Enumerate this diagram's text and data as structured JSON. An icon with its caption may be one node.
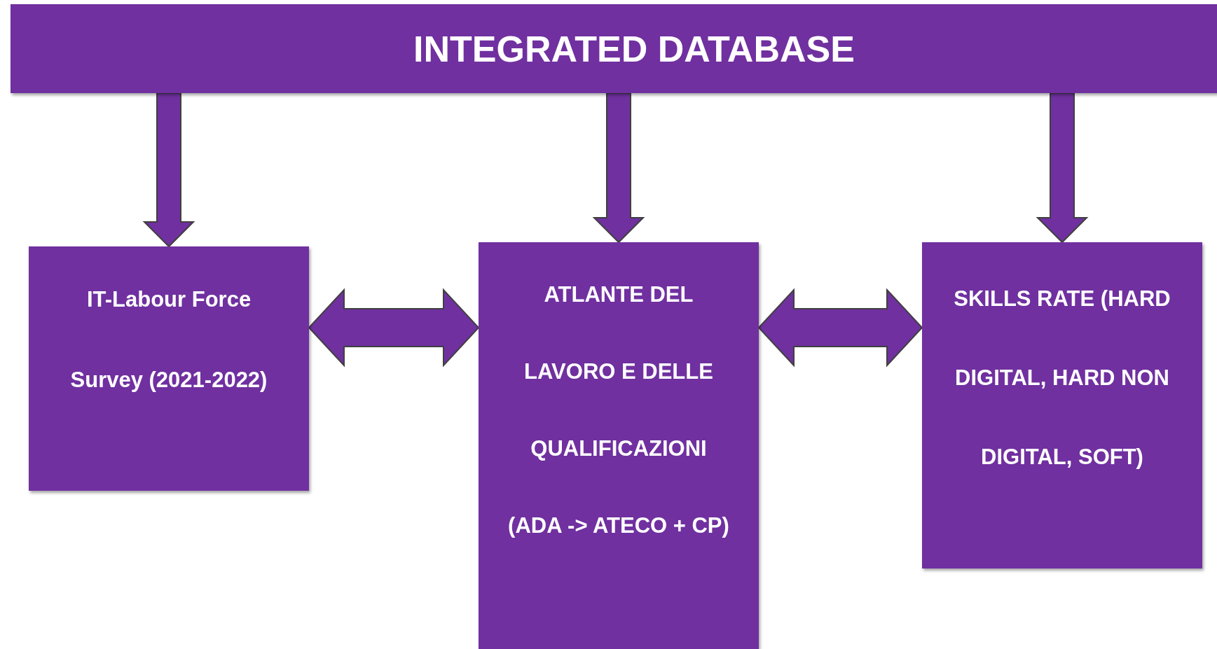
{
  "diagram": {
    "nodes": [
      {
        "text": [
          "INTEGRATED DATABASE"
        ]
      },
      {
        "text": [
          "IT-Labour Force Survey (2021-2022)"
        ]
      },
      {
        "text": [
          "ATLANTE DEL LAVORO E DELLE QUALIFICAZIONI (ADA -> ATECO + CP)"
        ]
      },
      {
        "text": [
          "SKILLS RATE (HARD DIGITAL, HARD NON DIGITAL, SOFT)"
        ]
      }
    ],
    "edges": [
      {
        "from": 0,
        "to": 1,
        "arrow": "to"
      },
      {
        "from": 0,
        "to": 2,
        "arrow": "to"
      },
      {
        "from": 0,
        "to": 3,
        "arrow": "to"
      },
      {
        "from": 1,
        "to": 2,
        "arrow": "both"
      },
      {
        "from": 2,
        "to": 3,
        "arrow": "both"
      }
    ]
  }
}
